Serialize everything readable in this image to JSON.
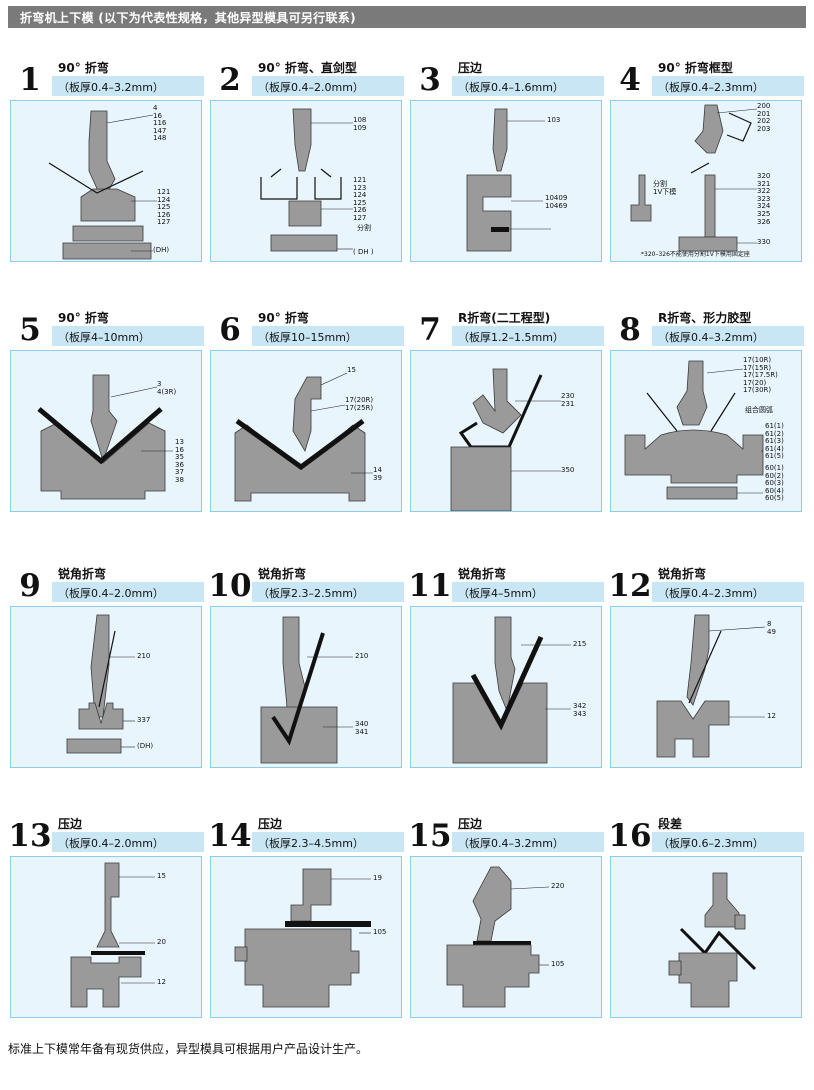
{
  "header": {
    "title": "折弯机上下模 (以下为代表性规格，其他异型模具可另行联系)"
  },
  "footer": {
    "note": "标准上下模常年备有现货供应，异型模具可根据用户产品设计生产。"
  },
  "colors": {
    "header_bg": "#7a7a7a",
    "band": "#c9e6f4",
    "panel_bg": "#e8f5fc",
    "panel_border": "#8ecde8",
    "part": "#9a9a9a"
  },
  "items": [
    {
      "num": "1",
      "title": "90° 折弯",
      "spec": "（板厚0.4–3.2mm）",
      "labels": [
        "4\n16\n116\n147\n148",
        "121\n124\n125\n126\n127",
        "(DH)"
      ]
    },
    {
      "num": "2",
      "title": "90° 折弯、直剑型",
      "spec": "（板厚0.4–2.0mm）",
      "labels": [
        "108\n109",
        "121\n123\n124\n125\n126\n127",
        "分割",
        "( DH )"
      ]
    },
    {
      "num": "3",
      "title": "压边",
      "spec": "（板厚0.4–1.6mm）",
      "labels": [
        "103",
        "10409\n10469"
      ]
    },
    {
      "num": "4",
      "title": "90° 折弯框型",
      "spec": "（板厚0.4–2.3mm）",
      "labels": [
        "200\n201\n202\n203",
        "分割\n1V下模",
        "320\n321\n322\n323\n324\n325\n326",
        "330",
        "*320–326不能使用分割1V下模用固定座"
      ]
    },
    {
      "num": "5",
      "title": "90° 折弯",
      "spec": "（板厚4–10mm）",
      "labels": [
        "3\n4(3R)",
        "13\n16\n35\n36\n37\n38"
      ]
    },
    {
      "num": "6",
      "title": "90° 折弯",
      "spec": "（板厚10–15mm）",
      "labels": [
        "15",
        "17(20R)\n17(25R)",
        "14\n39"
      ]
    },
    {
      "num": "7",
      "title": "R折弯(二工程型)",
      "spec": "（板厚1.2–1.5mm）",
      "labels": [
        "230\n231",
        "350"
      ]
    },
    {
      "num": "8",
      "title": "R折弯、形力胶型",
      "spec": "（板厚0.4–3.2mm）",
      "labels": [
        "17(10R)\n17(15R)\n17(17.5R)\n17(20)\n17(30R)",
        "组合圆弧",
        "61(1)\n61(2)\n61(3)\n61(4)\n61(5)",
        "60(1)\n60(2)\n60(3)\n60(4)\n60(5)"
      ]
    },
    {
      "num": "9",
      "title": "锐角折弯",
      "spec": "（板厚0.4–2.0mm）",
      "labels": [
        "210",
        "337",
        "(DH)"
      ]
    },
    {
      "num": "10",
      "title": "锐角折弯",
      "spec": "（板厚2.3–2.5mm）",
      "labels": [
        "210",
        "340\n341"
      ]
    },
    {
      "num": "11",
      "title": "锐角折弯",
      "spec": "（板厚4–5mm）",
      "labels": [
        "215",
        "342\n343"
      ]
    },
    {
      "num": "12",
      "title": "锐角折弯",
      "spec": "（板厚0.4–2.3mm）",
      "labels": [
        "8\n49",
        "12"
      ]
    },
    {
      "num": "13",
      "title": "压边",
      "spec": "（板厚0.4–2.0mm）",
      "labels": [
        "15",
        "20",
        "12"
      ]
    },
    {
      "num": "14",
      "title": "压边",
      "spec": "（板厚2.3–4.5mm）",
      "labels": [
        "19",
        "105"
      ]
    },
    {
      "num": "15",
      "title": "压边",
      "spec": "（板厚0.4–3.2mm）",
      "labels": [
        "220",
        "105"
      ]
    },
    {
      "num": "16",
      "title": "段差",
      "spec": "（板厚0.6–2.3mm）",
      "labels": []
    }
  ]
}
